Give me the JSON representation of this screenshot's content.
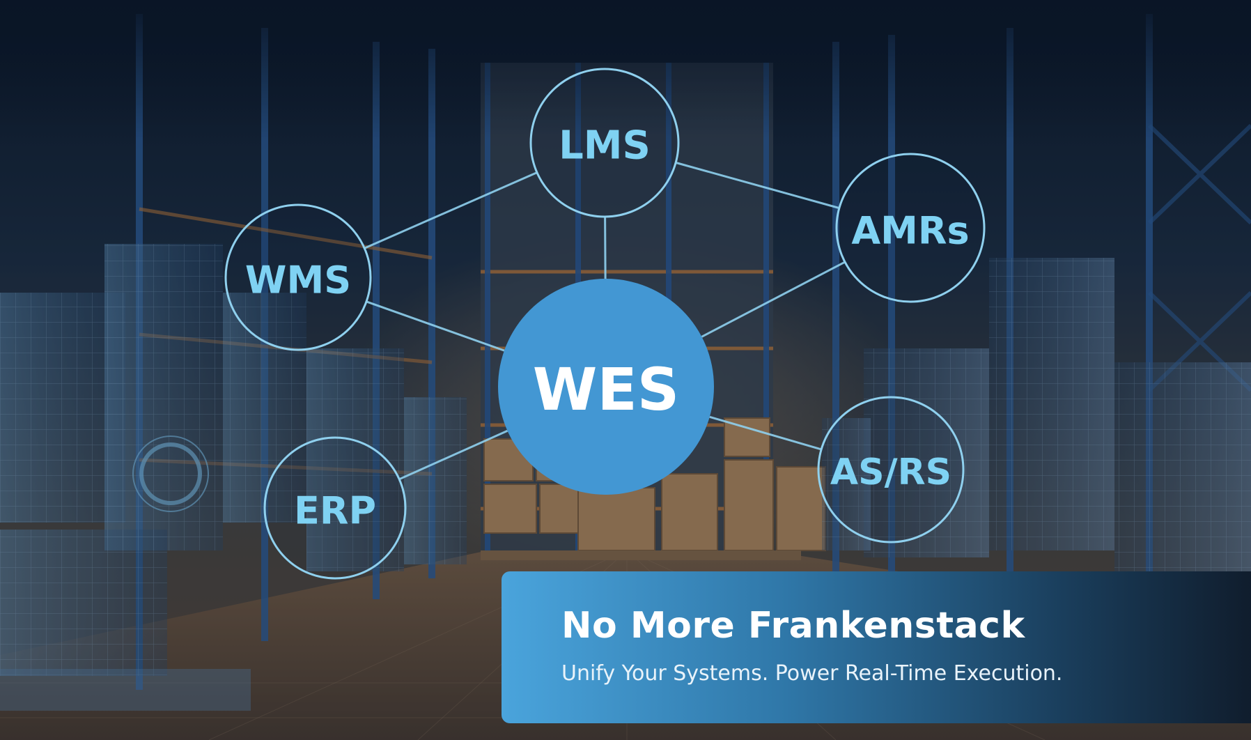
{
  "diagram": {
    "center": {
      "id": "wes",
      "label": "WES"
    },
    "nodes": [
      {
        "id": "lms",
        "label": "LMS"
      },
      {
        "id": "amrs",
        "label": "AMRs"
      },
      {
        "id": "wms",
        "label": "WMS"
      },
      {
        "id": "asrs",
        "label": "AS/RS"
      },
      {
        "id": "erp",
        "label": "ERP"
      }
    ],
    "edges": [
      [
        "lms",
        "wes"
      ],
      [
        "lms",
        "wms"
      ],
      [
        "lms",
        "amrs"
      ],
      [
        "wms",
        "wes"
      ],
      [
        "amrs",
        "wes"
      ],
      [
        "erp",
        "wes"
      ],
      [
        "asrs",
        "wes"
      ]
    ]
  },
  "caption": {
    "title": "No More Frankenstack",
    "subtitle": "Unify Your Systems. Power Real-Time Execution."
  },
  "colors": {
    "accent": "#4a9fd8",
    "node_text": "#7fd2f3",
    "node_stroke": "#8fd0ee",
    "center_fill": "#4397d3"
  }
}
